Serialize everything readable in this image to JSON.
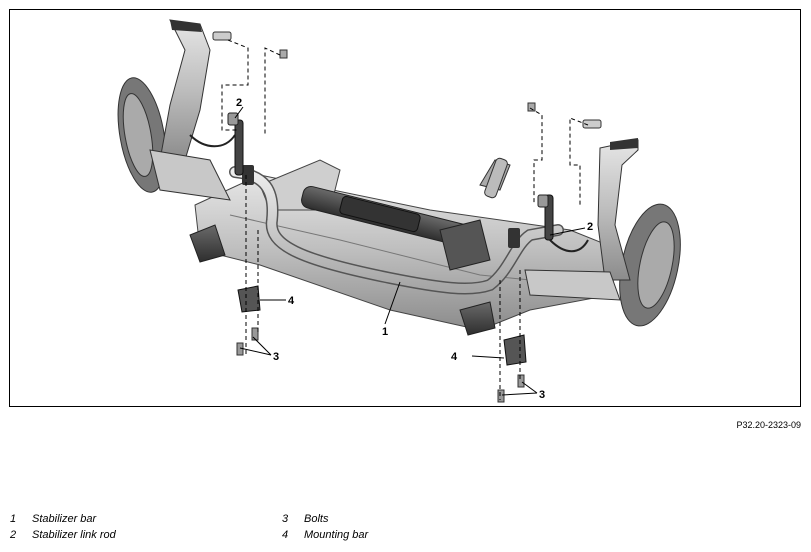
{
  "figure": {
    "reference_code": "P32.20-2323-09",
    "callouts": [
      "1",
      "2",
      "2",
      "3",
      "3",
      "4",
      "4"
    ]
  },
  "legend": [
    {
      "number": "1",
      "text": "Stabilizer bar"
    },
    {
      "number": "2",
      "text": "Stabilizer link rod"
    },
    {
      "number": "3",
      "text": "Bolts"
    },
    {
      "number": "4",
      "text": "Mounting bar"
    }
  ]
}
